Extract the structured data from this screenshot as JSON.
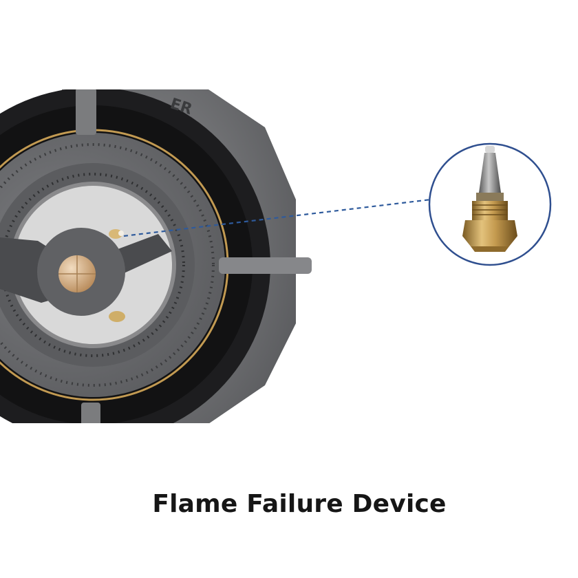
{
  "caption": "Flame Failure Device",
  "brand_fragment": "ER",
  "colors": {
    "background": "#ffffff",
    "grate": "#7b7c7e",
    "grate_dark": "#4b4c4f",
    "burner_ring": "#6a6b6e",
    "brass": "#c9a25a",
    "enamel": "#1a1a1a",
    "callout_line": "#2e5a9c",
    "caption_text": "#161616"
  },
  "icons": [
    "flame-sensor-probe-icon",
    "burner-cap-icon",
    "callout-dashed-line"
  ]
}
